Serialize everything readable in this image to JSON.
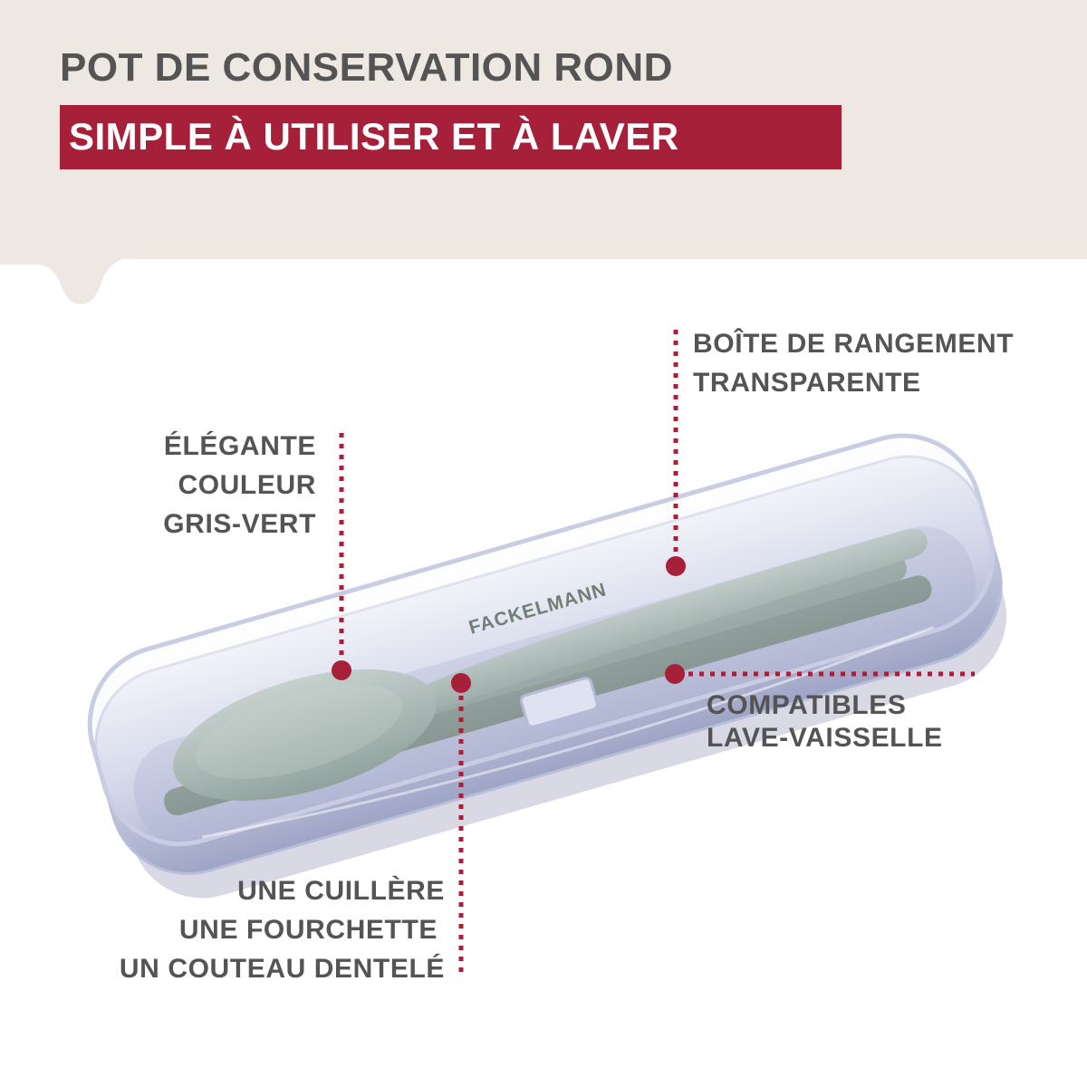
{
  "header": {
    "title": "POT DE CONSERVATION ROND",
    "subtitle": "SIMPLE À UTILISER ET À LAVER",
    "background_color": "#ede8e1",
    "accent_color": "#a6203a",
    "text_color": "#545454"
  },
  "product": {
    "brand_marking": "FACKELMANN",
    "cutlery_color": "#8ea396",
    "case_color": "#c9cde3"
  },
  "callouts": {
    "color_feature": {
      "lines": [
        "ÉLÉGANTE",
        "COULEUR",
        "GRIS-VERT"
      ]
    },
    "storage_box": {
      "lines": [
        "BOÎTE DE RANGEMENT",
        "TRANSPARENTE"
      ]
    },
    "dishwasher": {
      "lines": [
        "COMPATIBLES",
        "LAVE-VAISSELLE"
      ]
    },
    "contents": {
      "lines": [
        "UNE CUILLÈRE",
        "UNE FOURCHETTE",
        "UN COUTEAU DENTELÉ"
      ]
    }
  }
}
